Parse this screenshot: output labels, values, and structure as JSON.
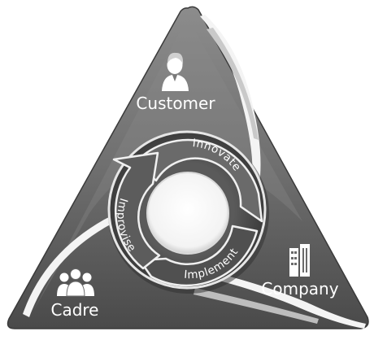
{
  "diagram": {
    "corners": {
      "customer": {
        "label": "Customer",
        "icon": "customer-icon"
      },
      "company": {
        "label": "Company",
        "icon": "building-icon"
      },
      "cadre": {
        "label": "Cadre",
        "icon": "people-group-icon"
      }
    },
    "cycle": [
      {
        "label": "Innovate"
      },
      {
        "label": "Implement"
      },
      {
        "label": "Improvise"
      }
    ]
  }
}
